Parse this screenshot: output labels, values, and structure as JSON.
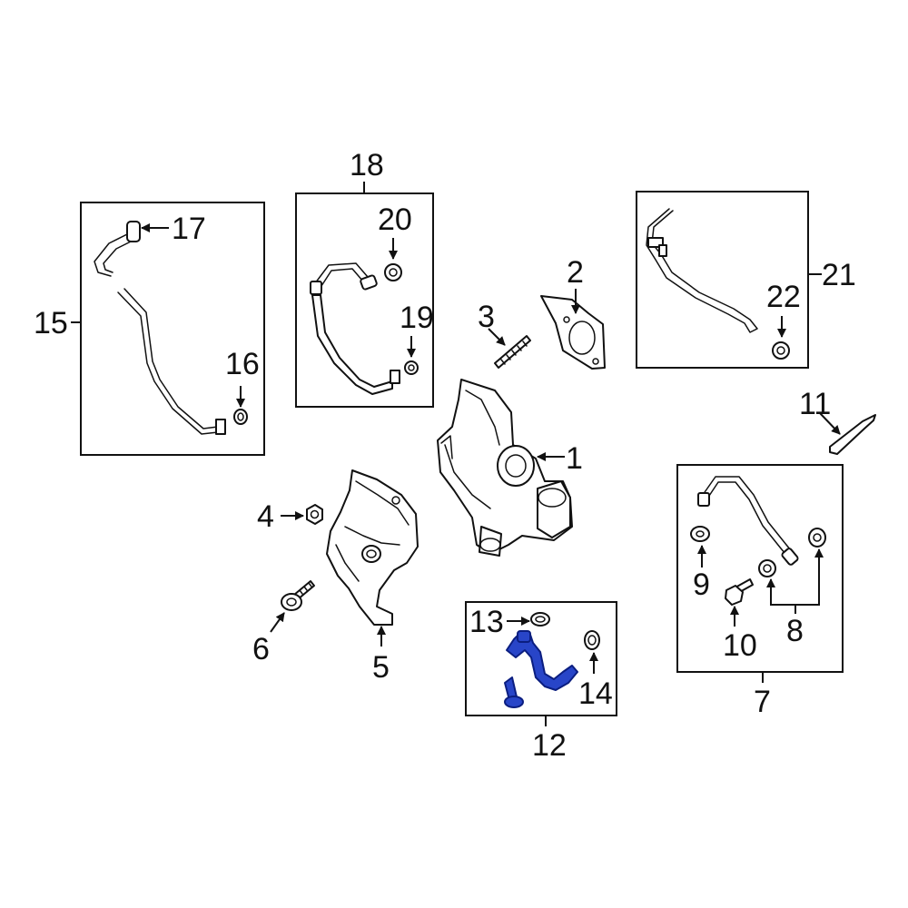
{
  "diagram": {
    "highlight_color": "#2845c8",
    "line_color": "#111111",
    "background": "#ffffff",
    "callouts": {
      "c1": "1",
      "c2": "2",
      "c3": "3",
      "c4": "4",
      "c5": "5",
      "c6": "6",
      "c7": "7",
      "c8": "8",
      "c9": "9",
      "c10": "10",
      "c11": "11",
      "c12": "12",
      "c13": "13",
      "c14": "14",
      "c15": "15",
      "c16": "16",
      "c17": "17",
      "c18": "18",
      "c19": "19",
      "c20": "20",
      "c21": "21",
      "c22": "22"
    }
  }
}
